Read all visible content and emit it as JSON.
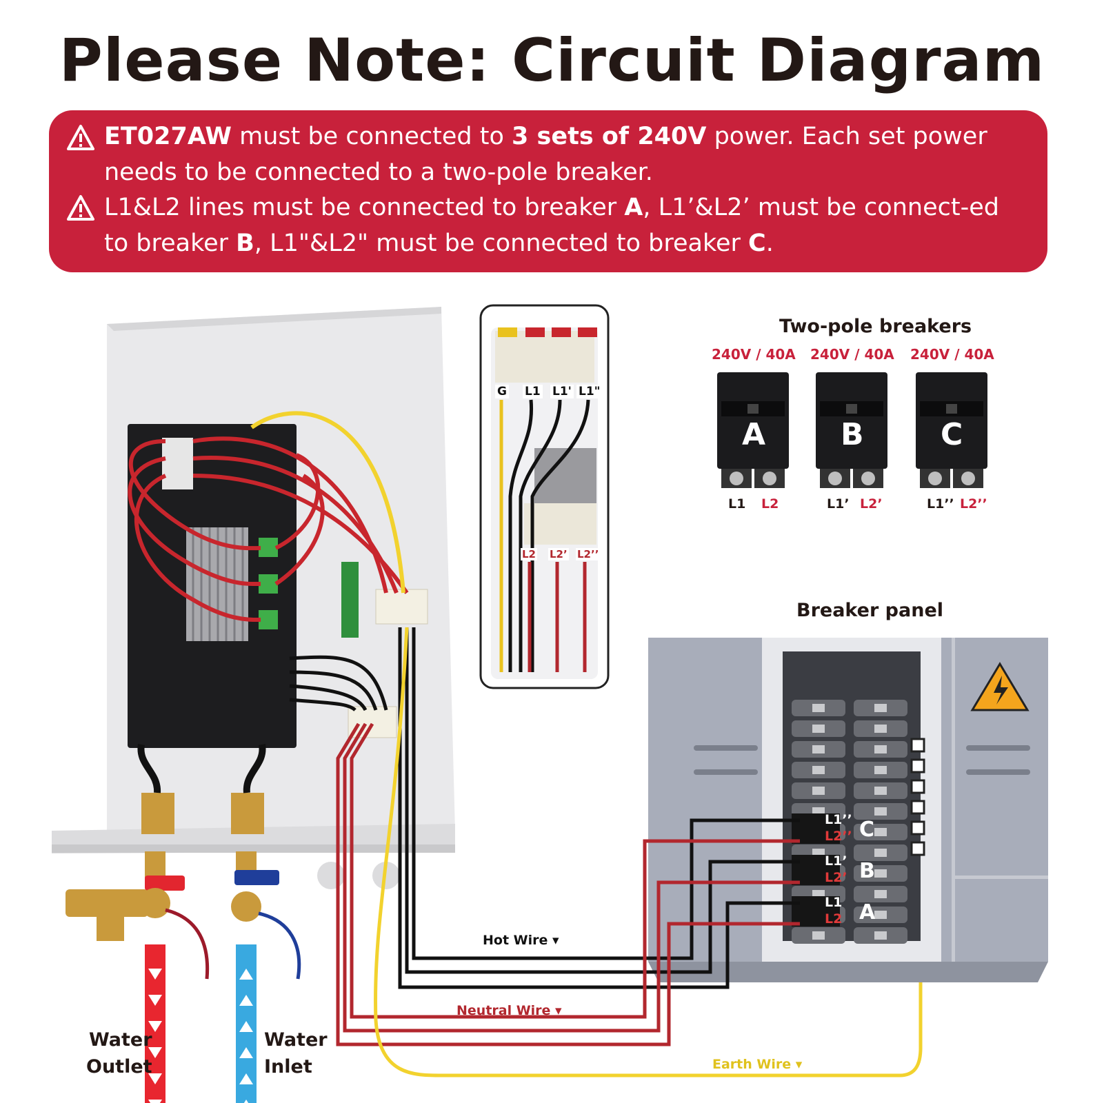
{
  "title": "Please Note: Circuit Diagram",
  "notice": {
    "line1": {
      "model": "ET027AW",
      "text_a": " must be connected to ",
      "bold_b": "3 sets of 240V",
      "text_c": " power. Each set power needs to be connected to a two-pole breaker."
    },
    "line2": {
      "text_a": "L1&L2 lines must be connected to breaker ",
      "bold_a": "A",
      "text_b": ", L1’&L2’  must be connect-ed to breaker ",
      "bold_b": "B",
      "text_c": ", L1\"&L2\" must be connected to breaker ",
      "bold_c": "C",
      "text_d": "."
    }
  },
  "breakers": {
    "title": "Two-pole breakers",
    "items": [
      {
        "letter": "A",
        "rating": "240V / 40A",
        "left_term": "L1",
        "right_term": "L2"
      },
      {
        "letter": "B",
        "rating": "240V / 40A",
        "left_term": "L1’",
        "right_term": "L2’"
      },
      {
        "letter": "C",
        "rating": "240V / 40A",
        "left_term": "L1’’",
        "right_term": "L2’’"
      }
    ]
  },
  "terminal_block": {
    "top_labels": [
      "G",
      "L1",
      "L1'",
      "L1\""
    ],
    "bottom_labels": [
      "L2",
      "L2’",
      "L2’’"
    ]
  },
  "panel": {
    "title": "Breaker panel",
    "rows": [
      {
        "letter": "C",
        "l1": "L1’’",
        "l2": "L2’’"
      },
      {
        "letter": "B",
        "l1": "L1’",
        "l2": "L2’"
      },
      {
        "letter": "A",
        "l1": "L1",
        "l2": "L2"
      }
    ]
  },
  "wires": {
    "hot": "Hot Wire ▾",
    "neutral": "Neutral Wire ▾",
    "earth": "Earth Wire ▾"
  },
  "water": {
    "outlet_line1": "Water",
    "outlet_line2": "Outlet",
    "inlet_line1": "Water",
    "inlet_line2": "Inlet"
  },
  "colors": {
    "banner": "#c8213b",
    "hot": "#111111",
    "neutral": "#b2272e",
    "earth": "#f2d22e",
    "outlet_pipe": "#e8262f",
    "inlet_pipe": "#39a9e0"
  }
}
